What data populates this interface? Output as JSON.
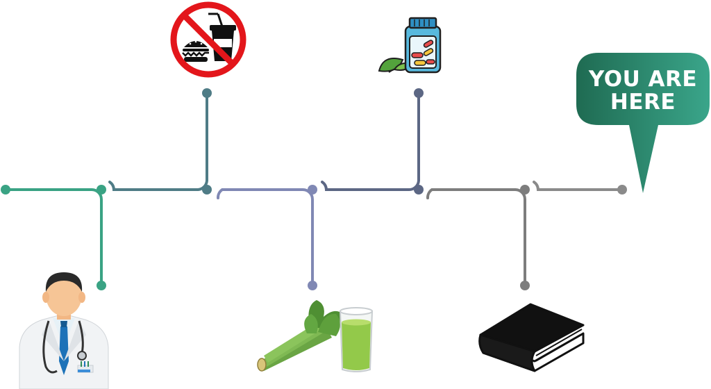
{
  "callout": {
    "line1": "YOU ARE",
    "line2": "HERE",
    "gradient_start": "#1f6b52",
    "gradient_end": "#3aa58a"
  },
  "timeline": {
    "segment_colors": [
      "#3aa384",
      "#4f7c86",
      "#8088b4",
      "#5c6784",
      "#7d7d7d",
      "#8a8a8a"
    ]
  },
  "milestones": [
    {
      "name": "doctor",
      "icon": "doctor-icon",
      "position": "below",
      "color": "#3aa384"
    },
    {
      "name": "no-junk-food",
      "icon": "no-fast-food-icon",
      "position": "above",
      "color": "#4f7c86"
    },
    {
      "name": "celery-juice",
      "icon": "celery-juice-icon",
      "position": "below",
      "color": "#8088b4"
    },
    {
      "name": "supplements",
      "icon": "supplement-jar-icon",
      "position": "above",
      "color": "#5c6784"
    },
    {
      "name": "book",
      "icon": "book-icon",
      "position": "below",
      "color": "#7d7d7d"
    }
  ]
}
